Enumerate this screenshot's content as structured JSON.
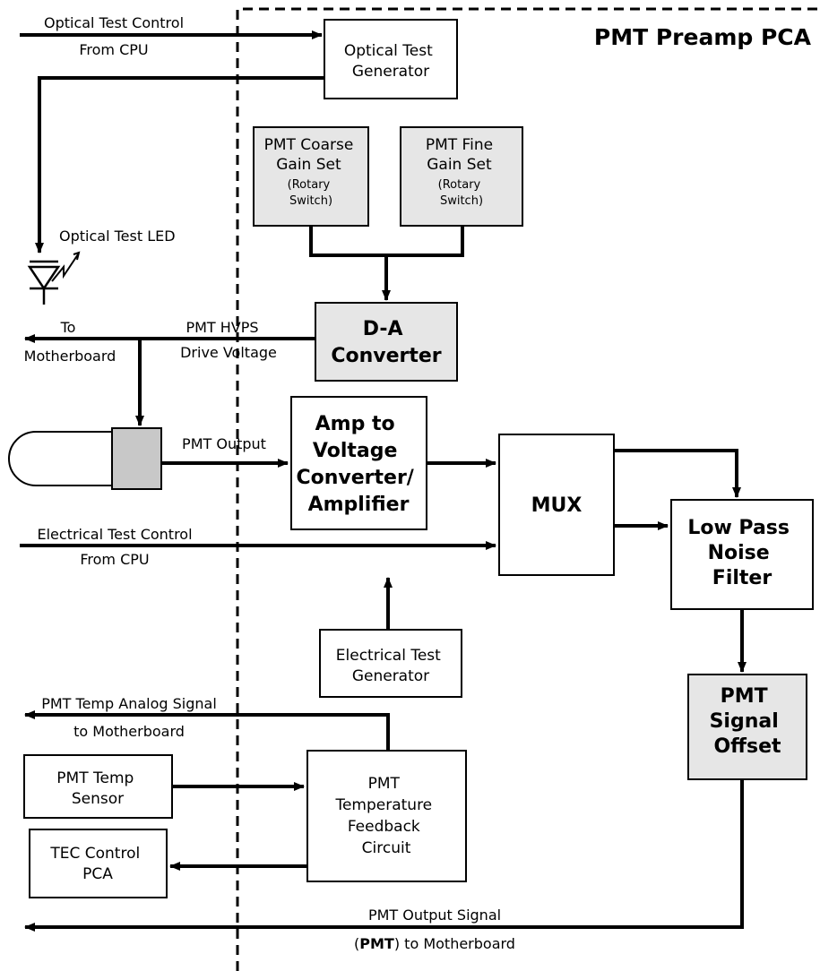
{
  "title": "PMT Preamp PCA",
  "colors": {
    "stroke": "#000000",
    "shaded": "#e6e6e6",
    "pmt_body": "#c8c8c8",
    "background": "#ffffff"
  },
  "boxes": {
    "optical_test_generator": [
      "Optical Test",
      "Generator"
    ],
    "coarse_gain": [
      "PMT Coarse",
      "Gain Set",
      "(Rotary",
      "Switch)"
    ],
    "fine_gain": [
      "PMT Fine",
      "Gain Set",
      "(Rotary",
      "Switch)"
    ],
    "dac": [
      "D-A",
      "Converter"
    ],
    "amp": [
      "Amp to",
      "Voltage",
      "Converter/",
      "Amplifier"
    ],
    "mux": [
      "MUX"
    ],
    "lowpass": [
      "Low Pass",
      "Noise",
      "Filter"
    ],
    "electrical_test_generator": [
      "Electrical Test",
      "Generator"
    ],
    "signal_offset": [
      "PMT",
      "Signal",
      "Offset"
    ],
    "temp_sensor": [
      "PMT Temp",
      "Sensor"
    ],
    "temp_feedback": [
      "PMT",
      "Temperature",
      "Feedback",
      "Circuit"
    ],
    "tec_control": [
      "TEC Control",
      "PCA"
    ]
  },
  "labels": {
    "optical_control_1": "Optical Test Control",
    "optical_control_2": "From CPU",
    "optical_led": "Optical Test LED",
    "to_motherboard_1": "To",
    "to_motherboard_2": "Motherboard",
    "hvps_1": "PMT HVPS",
    "hvps_2": "Drive Voltage",
    "pmt_output": "PMT Output",
    "electrical_control_1": "Electrical Test Control",
    "electrical_control_2": "From CPU",
    "temp_analog_1": "PMT Temp Analog Signal",
    "temp_analog_2": "to Motherboard",
    "output_signal_1": "PMT Output Signal",
    "output_signal_2_open": "(",
    "output_signal_2_bold": "PMT",
    "output_signal_2_rest": ") to Motherboard"
  }
}
